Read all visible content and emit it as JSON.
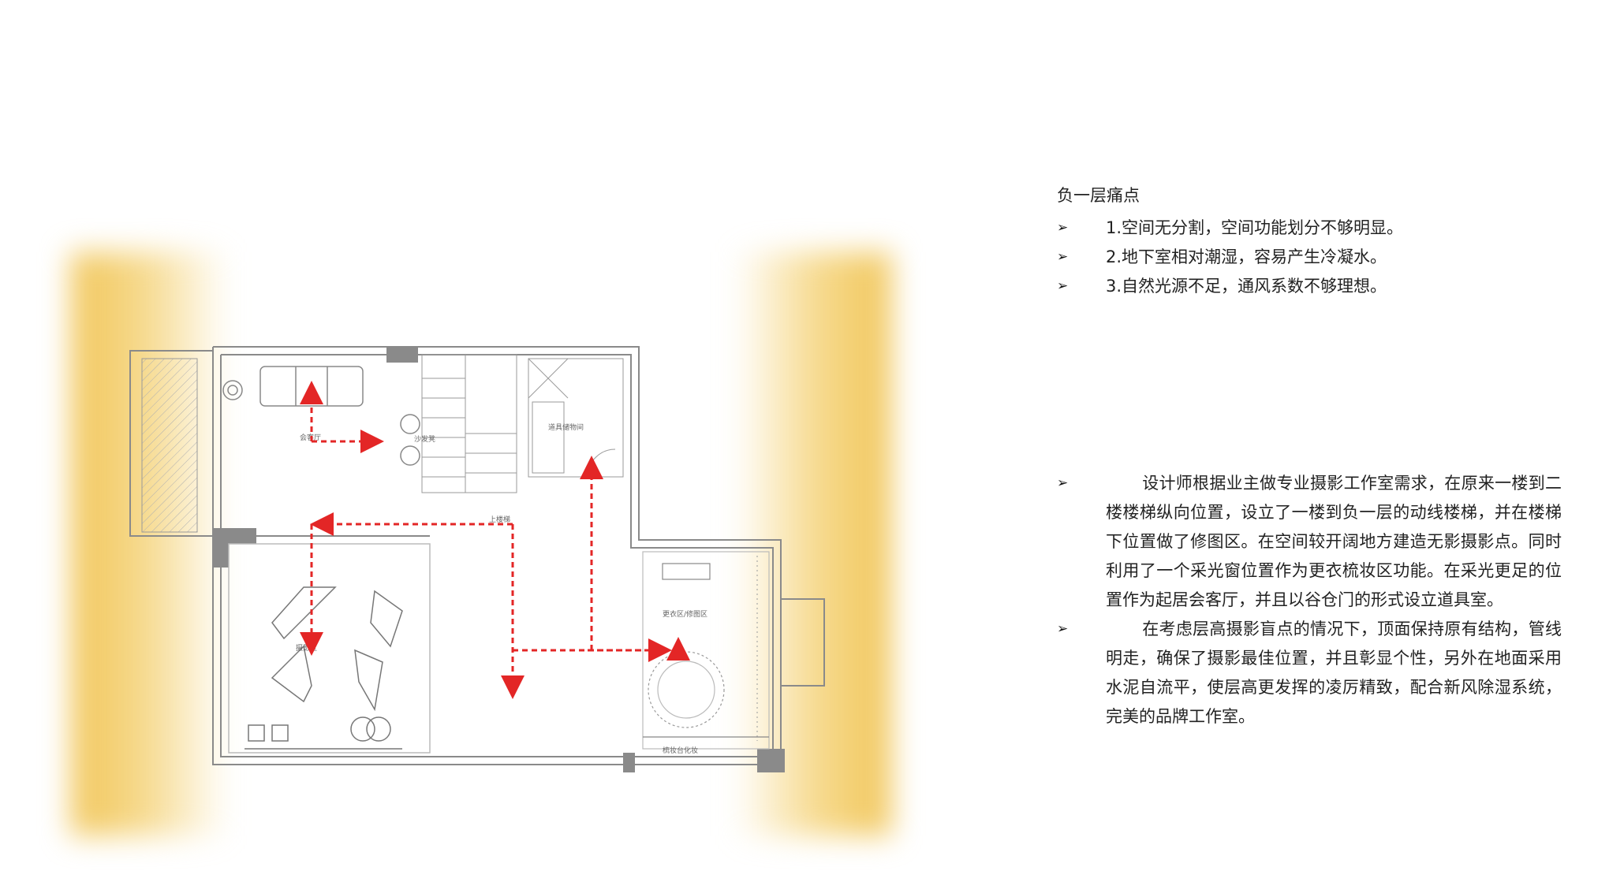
{
  "plan": {
    "rooms": {
      "living": "会客厅",
      "storage": "道具储物间",
      "studio": "摄影区",
      "dressing": "更衣区/修图区",
      "makeup": "梳妆台化妆"
    },
    "stair_label": "上楼梯",
    "ptr_label": "沙发凳"
  },
  "pain_points": {
    "title": "负一层痛点",
    "items": [
      "1.空间无分割，空间功能划分不够明显。",
      "2.地下室相对潮湿，容易产生冷凝水。",
      "3.自然光源不足，通风系数不够理想。"
    ]
  },
  "design_notes": [
    "设计师根据业主做专业摄影工作室需求，在原来一楼到二楼楼梯纵向位置，设立了一楼到负一层的动线楼梯，并在楼梯下位置做了修图区。在空间较开阔地方建造无影摄影点。同时利用了一个采光窗位置作为更衣梳妆区功能。在采光更足的位置作为起居会客厅，并且以谷仓门的形式设立道具室。",
    "在考虑层高摄影盲点的情况下，顶面保持原有结构，管线明走，确保了摄影最佳位置，并且彰显个性，另外在地面采用水泥自流平，使层高更发挥的凌厉精致，配合新风除湿系统，完美的品牌工作室。"
  ],
  "colors": {
    "arrow": "#e32626",
    "glow": "#f1c65a",
    "wall": "#8a8a8a"
  }
}
